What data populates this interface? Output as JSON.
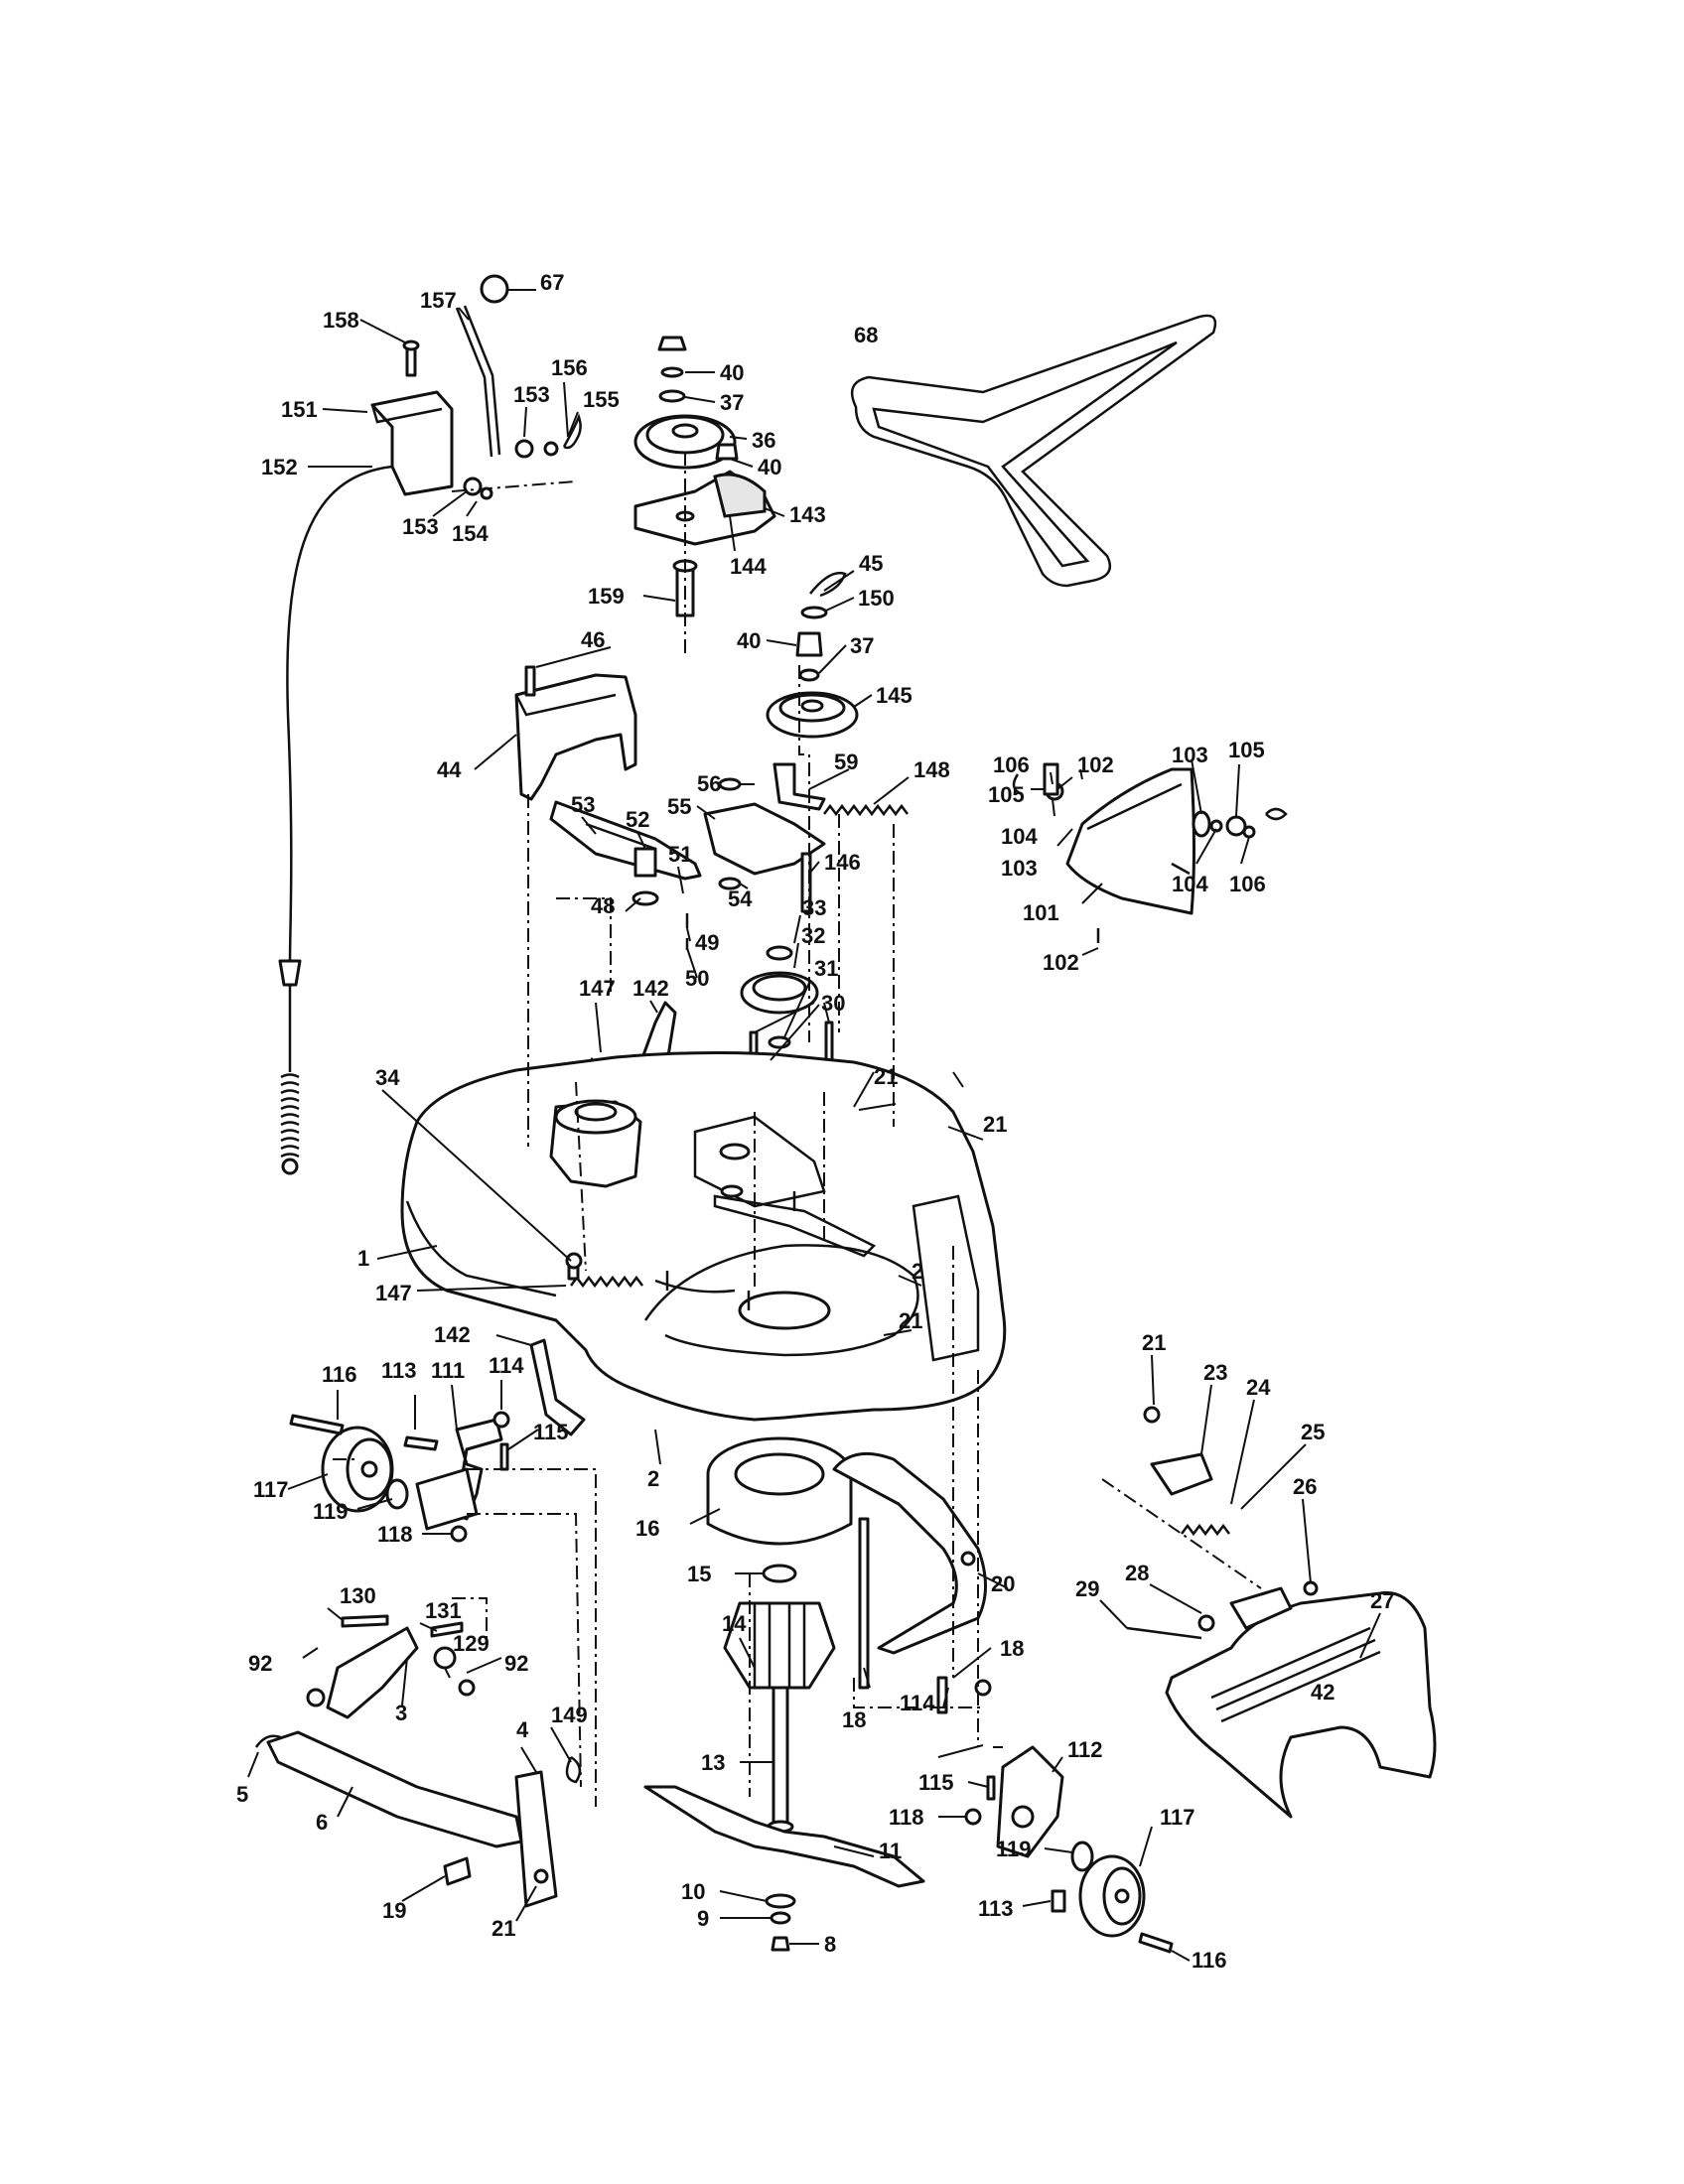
{
  "colors": {
    "ink": "#111111",
    "paper": "#ffffff",
    "fill": "#e6e6e6"
  },
  "deck_decal": "42",
  "callouts": {
    "c1": "1",
    "c2a": "2",
    "c2b": "2",
    "c3": "3",
    "c4": "4",
    "c5": "5",
    "c6": "6",
    "c8": "8",
    "c9": "9",
    "c10": "10",
    "c11": "11",
    "c13": "13",
    "c14": "14",
    "c15": "15",
    "c16": "16",
    "c18a": "18",
    "c18b": "18",
    "c19": "19",
    "c20": "20",
    "c21a": "21",
    "c21b": "21",
    "c21c": "21",
    "c21d": "21",
    "c21e": "21",
    "c23": "23",
    "c24": "24",
    "c25": "25",
    "c26": "26",
    "c27": "27",
    "c28": "28",
    "c29": "29",
    "c30": "30",
    "c31": "31",
    "c32": "32",
    "c33": "33",
    "c34": "34",
    "c36": "36",
    "c37a": "37",
    "c37b": "37",
    "c40a": "40",
    "c40b": "40",
    "c40c": "40",
    "c44": "44",
    "c45": "45",
    "c46": "46",
    "c48": "48",
    "c49": "49",
    "c50": "50",
    "c51": "51",
    "c52": "52",
    "c53": "53",
    "c54": "54",
    "c55": "55",
    "c56": "56",
    "c59": "59",
    "c67": "67",
    "c68": "68",
    "c92a": "92",
    "c92b": "92",
    "c101": "101",
    "c102a": "102",
    "c102b": "102",
    "c103a": "103",
    "c103b": "103",
    "c104a": "104",
    "c104b": "104",
    "c105a": "105",
    "c105b": "105",
    "c106a": "106",
    "c106b": "106",
    "c111": "111",
    "c112": "112",
    "c113a": "113",
    "c113b": "113",
    "c114a": "114",
    "c114b": "114",
    "c115a": "115",
    "c115b": "115",
    "c116a": "116",
    "c116b": "116",
    "c117a": "117",
    "c117b": "117",
    "c118a": "118",
    "c118b": "118",
    "c119a": "119",
    "c119b": "119",
    "c129": "129",
    "c130": "130",
    "c131": "131",
    "c142a": "142",
    "c142b": "142",
    "c143": "143",
    "c144": "144",
    "c145": "145",
    "c146": "146",
    "c147a": "147",
    "c147b": "147",
    "c148": "148",
    "c149": "149",
    "c150": "150",
    "c151": "151",
    "c152": "152",
    "c153a": "153",
    "c153b": "153",
    "c154": "154",
    "c155": "155",
    "c156": "156",
    "c157": "157",
    "c158": "158",
    "c159": "159"
  }
}
